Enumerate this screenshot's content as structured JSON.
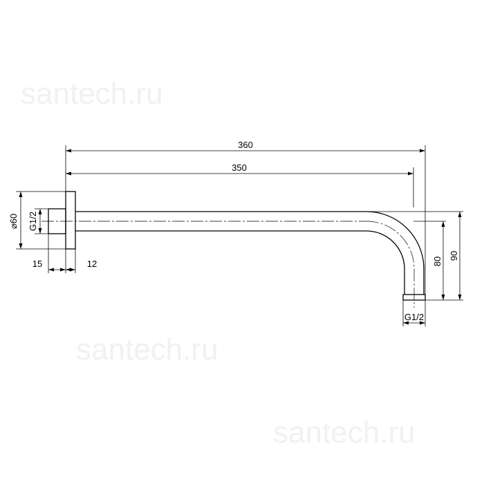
{
  "drawing": {
    "dimensions": {
      "overall_length": "360",
      "arm_length": "350",
      "flange_diameter": "⌀60",
      "inlet_thread": "G1/2",
      "flange_offset": "15",
      "flange_thickness": "12",
      "outlet_thread": "G1/2",
      "drop_height": "80",
      "total_height": "90"
    },
    "watermarks": [
      "santech.ru",
      "santech.ru",
      "santech.ru"
    ],
    "colors": {
      "line": "#000000",
      "watermark": "#f1f1f1"
    }
  }
}
